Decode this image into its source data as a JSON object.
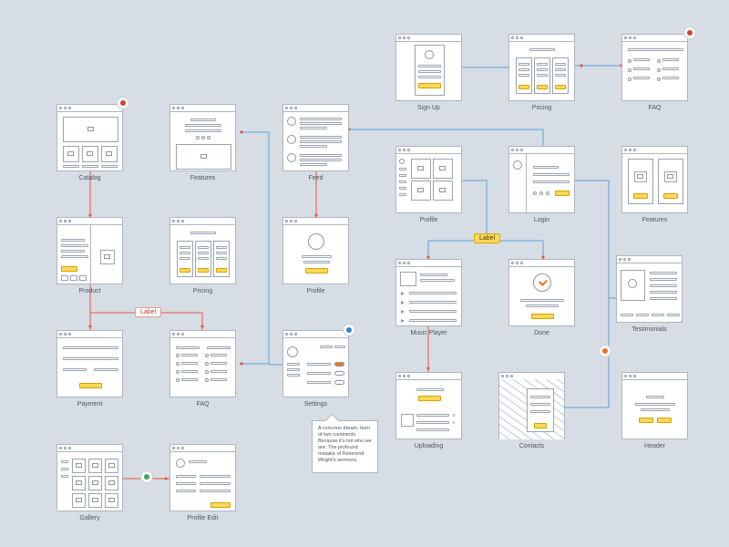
{
  "screens": [
    {
      "id": "catalog",
      "label": "Catalog",
      "kind": "catalog",
      "badge": "home-icon"
    },
    {
      "id": "features1",
      "label": "Features",
      "kind": "features1"
    },
    {
      "id": "feed",
      "label": "Feed",
      "kind": "feed"
    },
    {
      "id": "signup",
      "label": "Sign Up",
      "kind": "signup"
    },
    {
      "id": "pricing1",
      "label": "Pricing",
      "kind": "pricing"
    },
    {
      "id": "faq1",
      "label": "FAQ",
      "kind": "faq1",
      "badge": "alert-icon"
    },
    {
      "id": "product",
      "label": "Product",
      "kind": "product"
    },
    {
      "id": "pricing2",
      "label": "Pricing",
      "kind": "pricing"
    },
    {
      "id": "profile1",
      "label": "Profile",
      "kind": "profile1"
    },
    {
      "id": "profile2",
      "label": "Profile",
      "kind": "profile2"
    },
    {
      "id": "login",
      "label": "Login",
      "kind": "login"
    },
    {
      "id": "features2",
      "label": "Features",
      "kind": "features2"
    },
    {
      "id": "payment",
      "label": "Payment",
      "kind": "payment"
    },
    {
      "id": "faq2",
      "label": "FAQ",
      "kind": "faq2"
    },
    {
      "id": "settings",
      "label": "Settings",
      "kind": "settings",
      "badge": "lock-icon"
    },
    {
      "id": "musicplayer",
      "label": "Music Player",
      "kind": "music"
    },
    {
      "id": "done",
      "label": "Done",
      "kind": "done"
    },
    {
      "id": "testimonials",
      "label": "Testimonials",
      "kind": "testimonials"
    },
    {
      "id": "uploading",
      "label": "Uploading",
      "kind": "uploading"
    },
    {
      "id": "contacts",
      "label": "Contacts",
      "kind": "contacts"
    },
    {
      "id": "header",
      "label": "Header",
      "kind": "header"
    },
    {
      "id": "gallery",
      "label": "Gallery",
      "kind": "gallery"
    },
    {
      "id": "profileedit",
      "label": "Profile Edit",
      "kind": "profileedit"
    }
  ],
  "connection_labels": [
    {
      "id": "label-product-faq",
      "text": "Label",
      "style": "red"
    },
    {
      "id": "label-profile-login",
      "text": "Label",
      "style": "yellow"
    }
  ],
  "note": {
    "text": "A common dream, born of two continents. Because it's not who we are. The profound mistake of Reverend Wright's sermons."
  },
  "colors": {
    "background": "#d7dde4",
    "line_blue": "#5aa2e0",
    "arrow_red": "#e05a40",
    "accent_yellow": "#ffd75a",
    "badge_red": "#d9402b",
    "badge_blue": "#2f86d6",
    "badge_green": "#3aa65a",
    "badge_orange": "#e8722c"
  }
}
